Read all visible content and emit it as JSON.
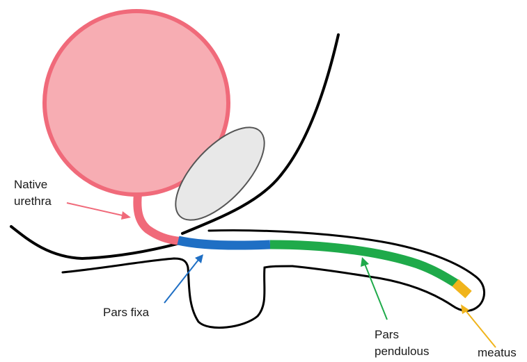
{
  "labels": {
    "native_line1": "Native",
    "native_line2": "urethra",
    "pars_fixa": "Pars fixa",
    "pars_pend_line1": "Pars",
    "pars_pend_line2": "pendulous",
    "meatus": "meatus"
  },
  "colors": {
    "bladder_fill": "#f7adb3",
    "bladder_stroke": "#f06a7a",
    "native_urethra": "#f06a7a",
    "pars_fixa": "#1f6fc4",
    "pars_pendulous": "#1faa4a",
    "meatus": "#f0b41c",
    "outline": "#000000",
    "bone_fill": "#e8e8e8",
    "bone_stroke": "#555555"
  }
}
